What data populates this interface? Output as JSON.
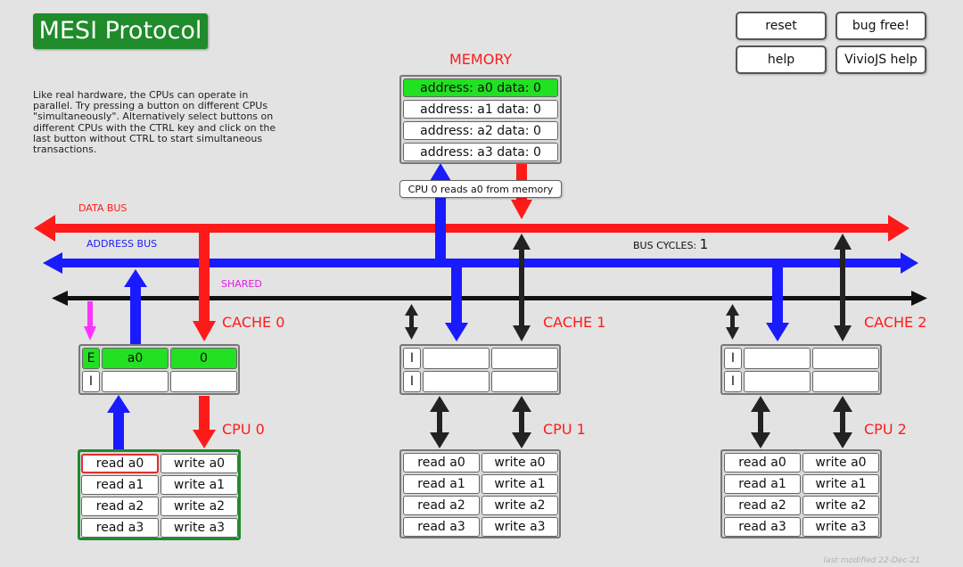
{
  "title": "MESI Protocol",
  "buttons": {
    "reset": "reset",
    "bug_free": "bug free!",
    "help": "help",
    "viviojs_help": "VivioJS help"
  },
  "description": "Like real hardware, the CPUs can operate in parallel. Try pressing a button on different CPUs \"simultaneously\". Alternatively select buttons on different CPUs with the CTRL key and click on the last button without CTRL to start simultaneous transactions.",
  "memory": {
    "label": "MEMORY",
    "rows": [
      "address: a0 data: 0",
      "address: a1 data: 0",
      "address: a2 data: 0",
      "address: a3 data: 0"
    ],
    "highlighted_row": 0,
    "status": "CPU 0 reads a0 from memory"
  },
  "buses": {
    "data": "DATA BUS",
    "address": "ADDRESS BUS",
    "shared": "SHARED",
    "cycles_label": "BUS CYCLES:",
    "cycles_value": "1"
  },
  "caches": [
    {
      "label": "CACHE 0",
      "lines": [
        {
          "state": "E",
          "address": "a0",
          "data": "0",
          "valid": true
        },
        {
          "state": "I",
          "address": "",
          "data": "",
          "valid": false
        }
      ]
    },
    {
      "label": "CACHE 1",
      "lines": [
        {
          "state": "I",
          "address": "",
          "data": "",
          "valid": false
        },
        {
          "state": "I",
          "address": "",
          "data": "",
          "valid": false
        }
      ]
    },
    {
      "label": "CACHE 2",
      "lines": [
        {
          "state": "I",
          "address": "",
          "data": "",
          "valid": false
        },
        {
          "state": "I",
          "address": "",
          "data": "",
          "valid": false
        }
      ]
    }
  ],
  "cpus": [
    {
      "label": "CPU 0",
      "reads": [
        "read a0",
        "read a1",
        "read a2",
        "read a3"
      ],
      "writes": [
        "write a0",
        "write a1",
        "write a2",
        "write a3"
      ],
      "active": true
    },
    {
      "label": "CPU 1",
      "reads": [
        "read a0",
        "read a1",
        "read a2",
        "read a3"
      ],
      "writes": [
        "write a0",
        "write a1",
        "write a2",
        "write a3"
      ],
      "active": false
    },
    {
      "label": "CPU 2",
      "reads": [
        "read a0",
        "read a1",
        "read a2",
        "read a3"
      ],
      "writes": [
        "write a0",
        "write a1",
        "write a2",
        "write a3"
      ],
      "active": false
    }
  ],
  "footer": "last modified 22-Dec-21",
  "colors": {
    "data_bus": "#ff1a1a",
    "address_bus": "#1a1aff",
    "shared_bus": "#111111",
    "shared_signal": "#ff33ff",
    "title_bg": "#1f8b2a",
    "valid": "#22e022"
  }
}
